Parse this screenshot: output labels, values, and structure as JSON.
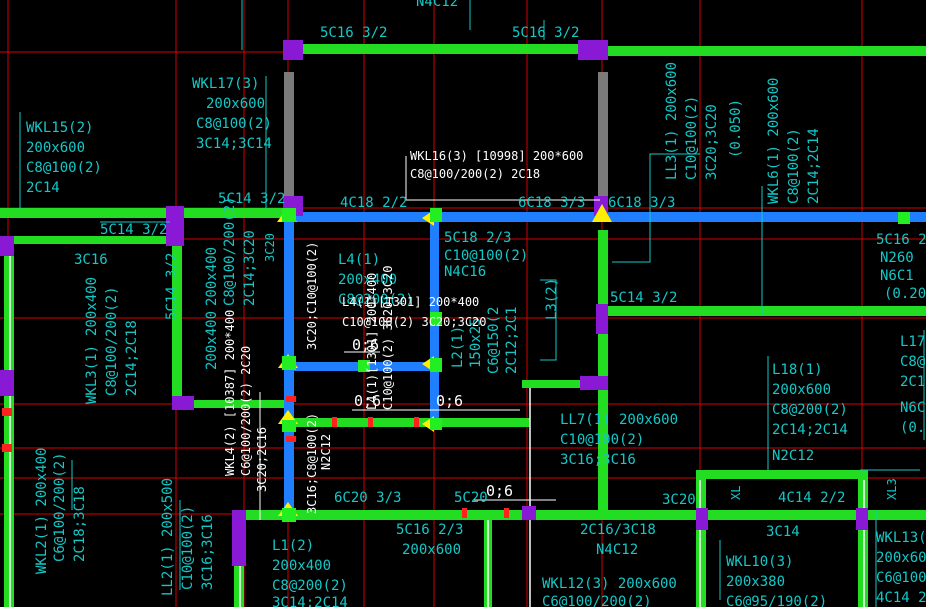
{
  "colors": {
    "background": "#000000",
    "grid": "#d40000",
    "beam_green": "#22dd22",
    "beam_blue": "#1f7fff",
    "column": "#8a19d6",
    "wall_grey": "#7a7a7a",
    "annotation_cyan": "#14c8c8",
    "annotation_white": "#ffffff",
    "marker_yellow": "#ffee00",
    "marker_red": "#ff2020"
  },
  "labels": {
    "top": "N4C12",
    "b5c16": "5C16 3/2",
    "b5c16b": "5C16 3/2",
    "wkl17": "WKL17(3)",
    "wkl17b": "200x600",
    "wkl17c": "C8@100(2)",
    "wkl17d": "3C14;3C14",
    "wkl15": "WKL15(2)",
    "wkl15b": "200x600",
    "wkl15c": "C8@100(2)",
    "wkl15d": "2C14",
    "c5c14a": "5C14 3/2",
    "c5c14b": "5C14 3/2",
    "c5c14c": "5C14 3/2",
    "c3c16": "3C16",
    "c3c20": "3C20",
    "wkl16a": "WKL16(3) [10998] 200*600",
    "wkl16b": "C8@100/200(2) 2C18",
    "c4c18": "4C18 2/2",
    "c6c18": "6C18 3/3",
    "c6c18b": "6C18 3/3",
    "c5c18": "5C18 2/3",
    "c5c18b": "C10@100(2)",
    "c5c18c": "N4C16",
    "l4a": "L4(1)",
    "l4b": "200x400",
    "l4c": "C8@200(2)",
    "mid1": "L4(1)[1301] 200*400",
    "mid2": "C10@100(2) 3C20;3C20",
    "zero6a": "0;6",
    "zero6b": "0;6",
    "zero6c": "0;6",
    "zero6d": "0;6",
    "ll3a": "LL3(1) 200x600",
    "ll3b": "C10@100(2)",
    "ll3c": "3C20;3C20",
    "ll3d": "(0.050)",
    "wkl6a": "WKL6(1) 200x600",
    "wkl6b": "C8@100(2)",
    "wkl6c": "2C14;2C14",
    "c5c16r": "5C16 2/",
    "n260": "N260",
    "n6c1": "N6C1",
    "p0200": "(0.200",
    "c5c14r": "5C14 3/2",
    "l3": "L3(2)",
    "l2a": "L2(1)",
    "l2b": "150x25",
    "l2c": "C6@150(2",
    "l2d": "2C12;2C1",
    "wkl3a": "WKL3(1)",
    "wkl3b": "200x400",
    "wkl3c": "C8@100/200(2)",
    "wkl3d": "2C14;2C18",
    "wkl4a": "WKL4(2) [10387] 200*400",
    "wkl4b": "C6@100/200(2) 2C20",
    "wkl4c": "3C20;2C16",
    "wkl4d": "3C16;C8@100(2)",
    "wkl4e": "N2C12",
    "wkl4f": "3C20;C10@100(2)",
    "wkl4g": "200x400",
    "wkl4h": "C8@100/200(2)",
    "wkl4i": "2C14;3C20",
    "ll7a": "LL7(1) 200x600",
    "ll7b": "C10@100(2)",
    "ll7c": "3C16;3C16",
    "l18a": "L18(1)",
    "l18b": "200x600",
    "l18c": "C8@200(2)",
    "l18d": "2C14;2C14",
    "l18e": "N2C12",
    "l17a": "L17(",
    "l17b": "C8@",
    "l17c": "2C1",
    "n6cr": "N6C",
    "p02r": "(0.2",
    "wkl2a": "WKL2(1) 200x400",
    "wkl2b": "C6@100/200(2)",
    "wkl2c": "2C18;3C18",
    "ll2a": "LL2(1) 200x500",
    "ll2b": "C10@100(2)",
    "ll2c": "3C16;3C16",
    "c6c20": "6C20 3/3",
    "c5c20": "5C20",
    "c5c16b": "5C16 2/3",
    "c5c16c": "200x600",
    "l1a": "L1(2)",
    "l1b": "200x400",
    "l1c": "C8@200(2)",
    "l1d": "3C14;2C14",
    "c2c16": "2C16/3C18",
    "n4c12": "N4C12",
    "wkl12a": "WKL12(3) 200x600",
    "wkl12b": "C6@100/200(2)",
    "c3c20b": "3C20",
    "c4c14": "4C14 2/2",
    "c3c14": "3C14",
    "wkl10a": "WKL10(3)",
    "wkl10b": "200x380",
    "wkl10c": "C6@95/190(2)",
    "xl3": "XL3",
    "xl": "XL",
    "wkl13a": "WKL13(",
    "wkl13b": "200x60",
    "wkl13c": "C6@100",
    "wkl13d": "4C14 2"
  }
}
